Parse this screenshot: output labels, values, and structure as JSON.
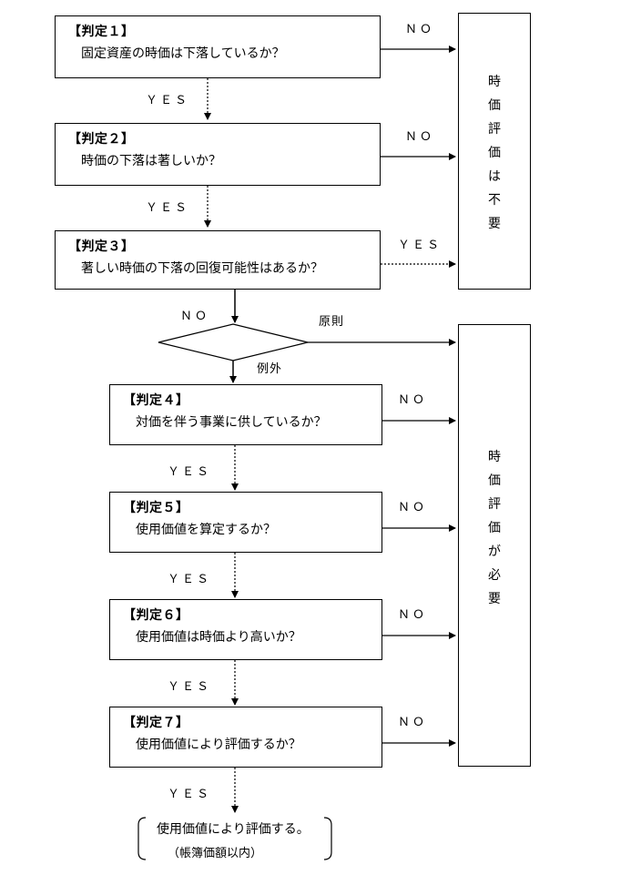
{
  "judgments": [
    {
      "title": "【判定１】",
      "question": "固定資産の時価は下落しているか？"
    },
    {
      "title": "【判定２】",
      "question": "時価の下落は著しいか？"
    },
    {
      "title": "【判定３】",
      "question": "著しい時価の下落の回復可能性はあるか？"
    },
    {
      "title": "【判定４】",
      "question": "対価を伴う事業に供しているか？"
    },
    {
      "title": "【判定５】",
      "question": "使用価値を算定するか？"
    },
    {
      "title": "【判定６】",
      "question": "使用価値は時価より高いか？"
    },
    {
      "title": "【判定７】",
      "question": "使用価値により評価するか？"
    }
  ],
  "labels": {
    "yes": "ＹＥＳ",
    "no": "ＮＯ",
    "principle": "原則",
    "exception": "例外"
  },
  "outcomes": {
    "not_required": [
      "時",
      "価",
      "評",
      "価",
      "は",
      "不",
      "要"
    ],
    "required": [
      "時",
      "価",
      "評",
      "価",
      "が",
      "必",
      "要"
    ]
  },
  "result": {
    "line1": "使用価値により評価する。",
    "line2": "（帳簿価額以内）"
  }
}
